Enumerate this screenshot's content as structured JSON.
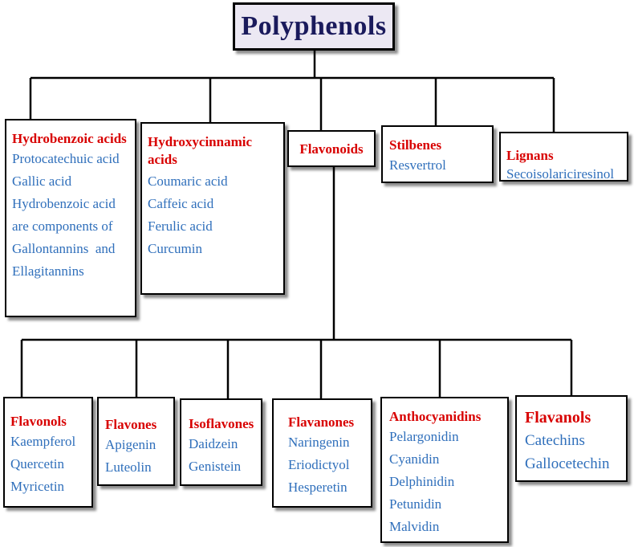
{
  "root": {
    "title": "Polyphenols"
  },
  "top": {
    "hydrobenzoic": {
      "heading": "Hydrobenzoic acids",
      "items": [
        "Protocatechuic acid",
        "Gallic acid",
        "Hydrobenzoic acid",
        "are components of",
        "Gallontannins  and",
        "Ellagitannins"
      ]
    },
    "hydroxycinnamic": {
      "heading_line1": "Hydroxycinnamic",
      "heading_line2": "acids",
      "items": [
        "Coumaric acid",
        "Caffeic acid",
        "Ferulic acid",
        "Curcumin"
      ]
    },
    "flavonoids": {
      "heading": "Flavonoids"
    },
    "stilbenes": {
      "heading": "Stilbenes",
      "items": [
        "Resvertrol"
      ]
    },
    "lignans": {
      "heading": "Lignans",
      "items": [
        "Secoisolariciresinol"
      ]
    }
  },
  "bottom": {
    "flavonols": {
      "heading": "Flavonols",
      "items": [
        "Kaempferol",
        "Quercetin",
        "Myricetin"
      ]
    },
    "flavones": {
      "heading": "Flavones",
      "items": [
        "Apigenin",
        "Luteolin"
      ]
    },
    "isoflavones": {
      "heading": "Isoflavones",
      "items": [
        "Daidzein",
        "Genistein"
      ]
    },
    "flavanones": {
      "heading": "Flavanones",
      "items": [
        "Naringenin",
        "Eriodictyol",
        "Hesperetin"
      ]
    },
    "anthocyanidins": {
      "heading": "Anthocyanidins",
      "items": [
        "Pelargonidin",
        "Cyanidin",
        "Delphinidin",
        "Petunidin",
        "Malvidin"
      ]
    },
    "flavanols": {
      "heading": "Flavanols",
      "items": [
        "Catechins",
        "Gallocetechin"
      ]
    }
  },
  "colors": {
    "heading": "#d80000",
    "item": "#2f6fbb",
    "title": "#1a1a5c",
    "root_fill": "#ece8f3"
  }
}
